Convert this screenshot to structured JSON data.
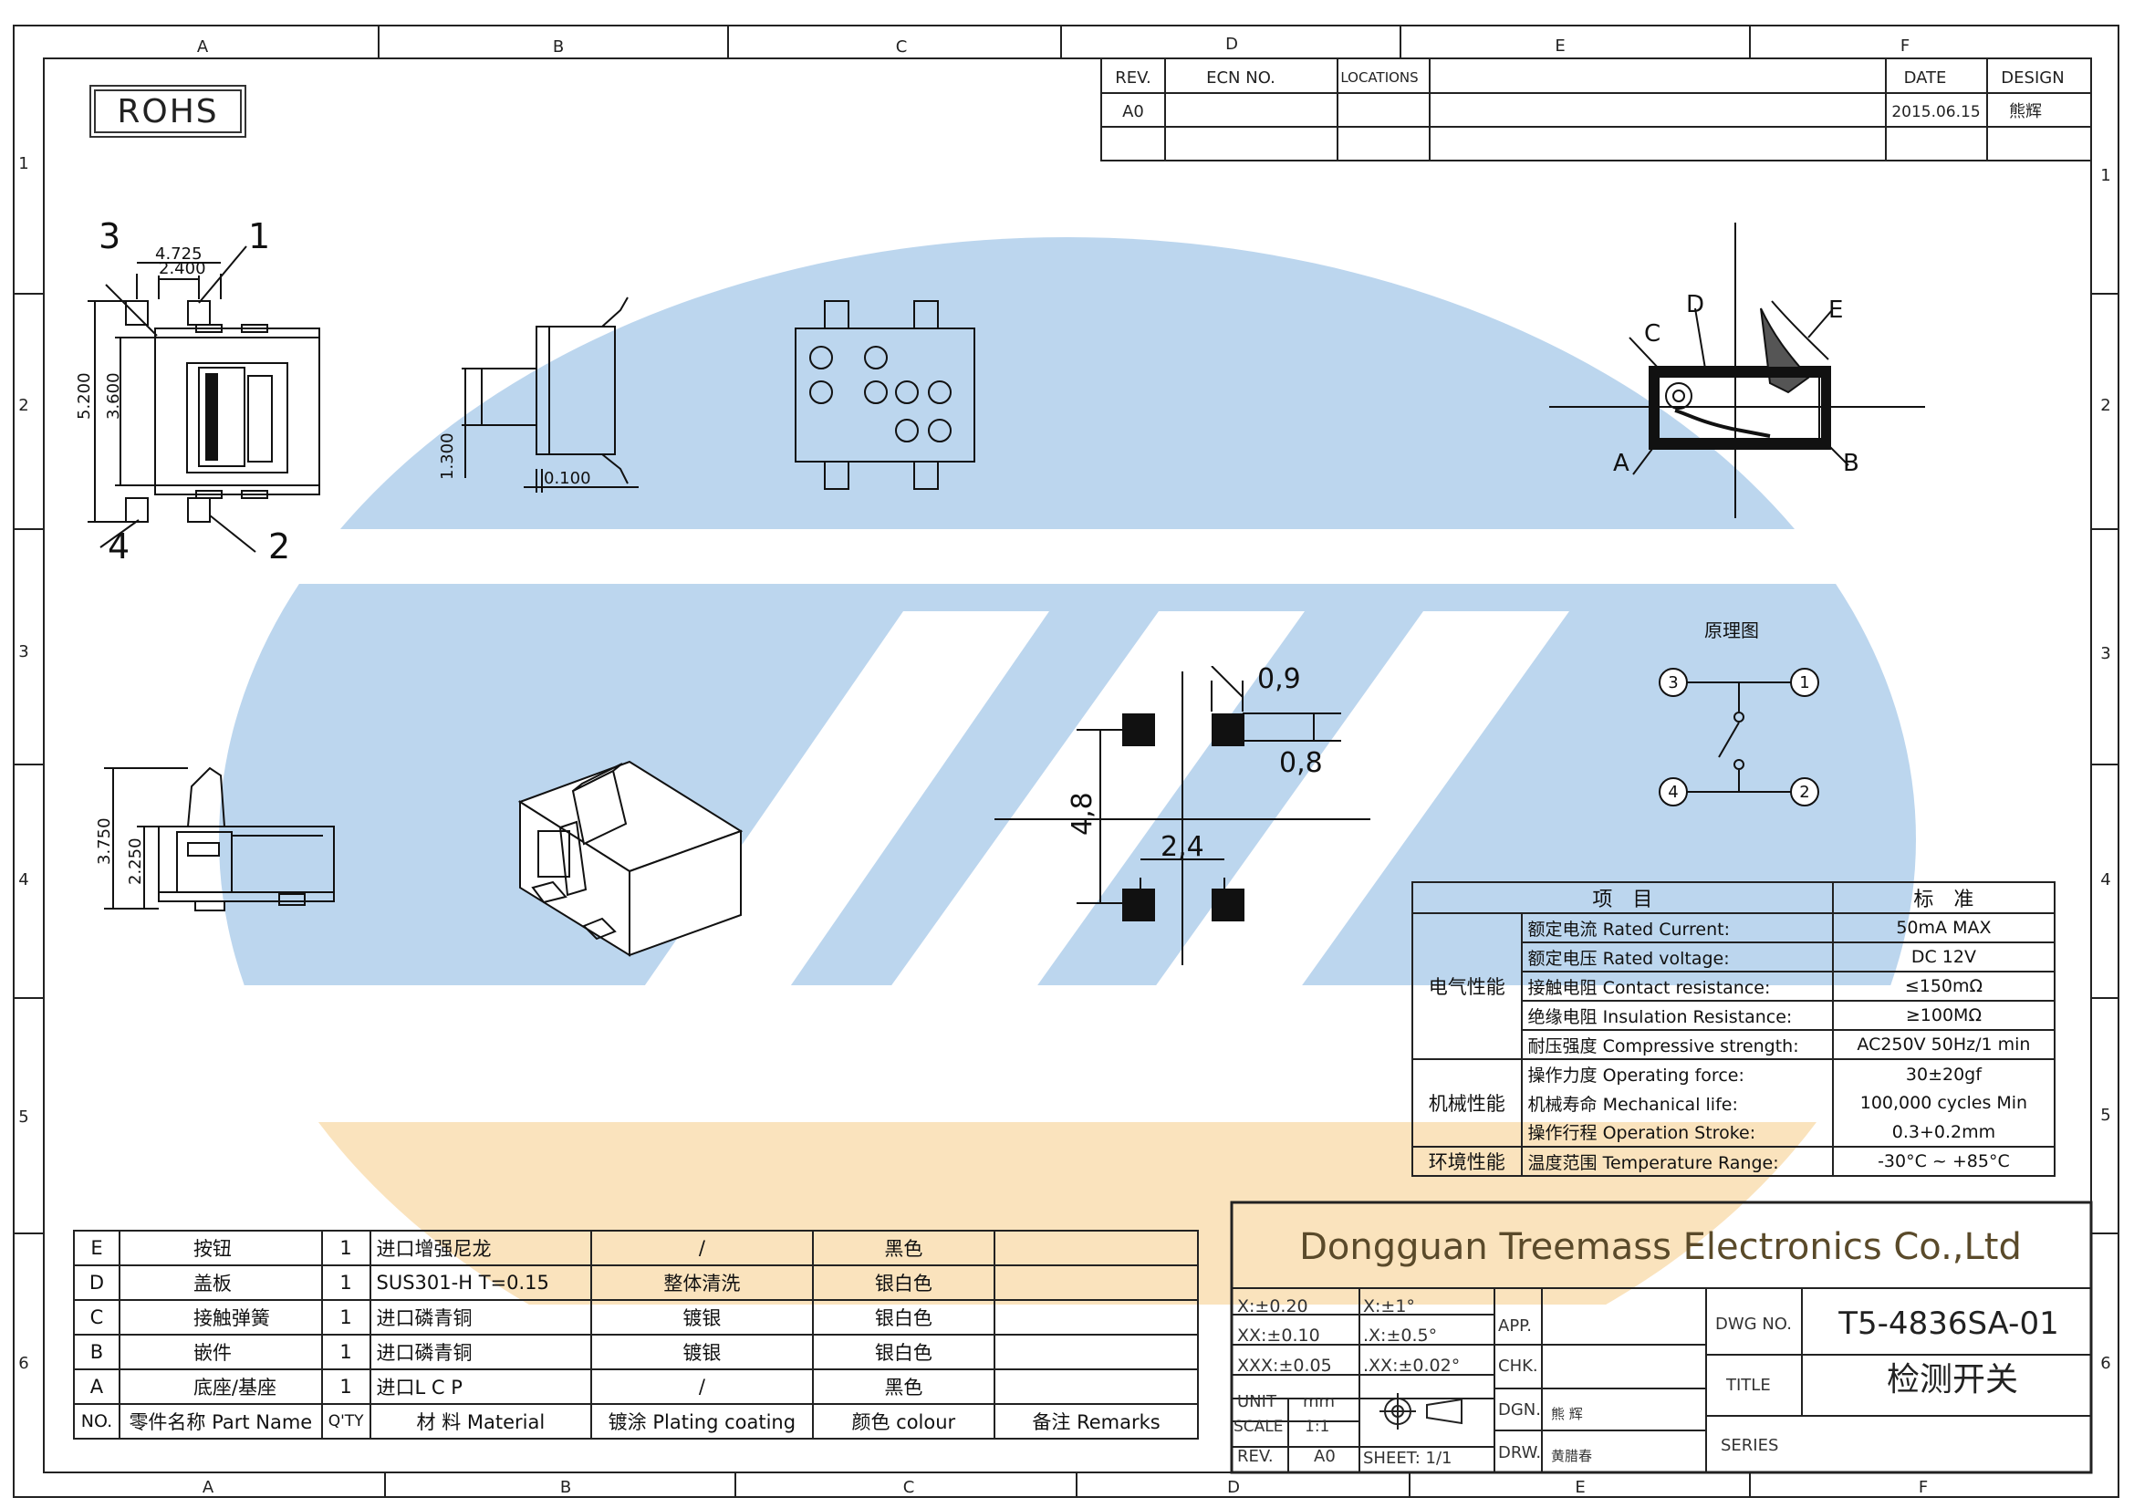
{
  "colors": {
    "wm_blue": "#bcd6ee",
    "wm_orange": "#fae3bd",
    "ink": "#111111"
  },
  "frame": {
    "cols_top": [
      "A",
      "B",
      "C",
      "D",
      "E",
      "F"
    ],
    "cols_bottom": [
      "A",
      "B",
      "C",
      "D",
      "E",
      "F"
    ],
    "rows_left": [
      "1",
      "2",
      "3",
      "4",
      "5",
      "6"
    ],
    "rows_right": [
      "1",
      "2",
      "3",
      "4",
      "5",
      "6"
    ]
  },
  "rohs": "ROHS",
  "revision": {
    "headers": [
      "REV.",
      "ECN NO.",
      "LOCATIONS",
      "DATE",
      "DESIGN"
    ],
    "row1": {
      "rev": "A0",
      "date": "2015.06.15",
      "design": "熊辉"
    }
  },
  "views": {
    "top": {
      "pin1": "1",
      "pin2": "2",
      "pin3": "3",
      "pin4": "4",
      "d_outer": "4.725",
      "d_inner": "2.400",
      "d_h_outer": "5.200",
      "d_h_inner": "3.600"
    },
    "side": {
      "d_height": "1.300",
      "d_thk": "0.100"
    },
    "front": {
      "d_h1": "3.750",
      "d_h2": "2.250"
    },
    "mech": {
      "A": "A",
      "B": "B",
      "C": "C",
      "D": "D",
      "E": "E"
    },
    "pcb": {
      "w": "0,9",
      "h": "0,8",
      "pitch_v": "4,8",
      "pitch_h": "2,4"
    },
    "schematic": {
      "title": "原理图",
      "p1": "1",
      "p2": "2",
      "p3": "3",
      "p4": "4"
    }
  },
  "spec": {
    "head_item": "项　目",
    "head_std": "标　准",
    "groups": [
      {
        "name": "电气性能",
        "rows": [
          {
            "cn": "额定电流",
            "en": "Rated Current:",
            "val": "50mA MAX"
          },
          {
            "cn": "额定电压",
            "en": "Rated voltage:",
            "val": "DC 12V"
          },
          {
            "cn": "接触电阻",
            "en": "Contact resistance:",
            "val": "≤150mΩ"
          },
          {
            "cn": "绝缘电阻",
            "en": "Insulation Resistance:",
            "val": "≥100MΩ"
          },
          {
            "cn": "耐压强度",
            "en": "Compressive strength:",
            "val": "AC250V  50Hz/1 min"
          }
        ]
      },
      {
        "name": "机械性能",
        "rows": [
          {
            "cn": "操作力度",
            "en": "Operating force:",
            "val": "30±20gf"
          },
          {
            "cn": "机械寿命",
            "en": "Mechanical life:",
            "val": "100,000 cycles Min"
          },
          {
            "cn": "操作行程",
            "en": "Operation Stroke:",
            "val": "0.3+0.2mm"
          }
        ]
      },
      {
        "name": "环境性能",
        "rows": [
          {
            "cn": "温度范围",
            "en": "Temperature Range:",
            "val": "-30°C ~ +85°C"
          }
        ]
      }
    ]
  },
  "bom": {
    "rows": [
      {
        "id": "E",
        "name": "按钮",
        "qty": "1",
        "material": "进口增强尼龙",
        "plating": "/",
        "colour": "黑色",
        "remark": ""
      },
      {
        "id": "D",
        "name": "盖板",
        "qty": "1",
        "material": "SUS301-H  T=0.15",
        "plating": "整体清洗",
        "colour": "银白色",
        "remark": ""
      },
      {
        "id": "C",
        "name": "接触弹簧",
        "qty": "1",
        "material": "进口磷青铜",
        "plating": "镀银",
        "colour": "银白色",
        "remark": ""
      },
      {
        "id": "B",
        "name": "嵌件",
        "qty": "1",
        "material": "进口磷青铜",
        "plating": "镀银",
        "colour": "银白色",
        "remark": ""
      },
      {
        "id": "A",
        "name": "底座/基座",
        "qty": "1",
        "material": "进口L C P",
        "plating": "/",
        "colour": "黑色",
        "remark": ""
      }
    ],
    "header": {
      "no": "NO.",
      "name": "零件名称  Part Name",
      "qty": "Q'TY",
      "material": "材 料  Material",
      "plating": "镀涂  Plating coating",
      "colour": "颜色   colour",
      "remark": "备注  Remarks"
    }
  },
  "title_block": {
    "company": "Dongguan Treemass Electronics Co.,Ltd",
    "tol": [
      {
        "a": "X:±0.20",
        "b": "X:±1°"
      },
      {
        "a": "XX:±0.10",
        "b": ".X:±0.5°"
      },
      {
        "a": "XXX:±0.05",
        "b": ".XX:±0.02°"
      }
    ],
    "unit_label": "UNIT",
    "unit_val": "mm",
    "scale_label": "SCALE",
    "scale_val": "1:1",
    "rev_label": "REV.",
    "rev_val": "A0",
    "sheet": "SHEET:  1/1",
    "app": "APP.",
    "chk": "CHK.",
    "dgn": "DGN.",
    "dgn_name": "熊 辉",
    "drw": "DRW.",
    "drw_name": "黄腊春",
    "dwg_label": "DWG NO.",
    "dwg_val": "T5-4836SA-01",
    "title_label": "TITLE",
    "title_val": "检测开关",
    "series_label": "SERIES"
  }
}
